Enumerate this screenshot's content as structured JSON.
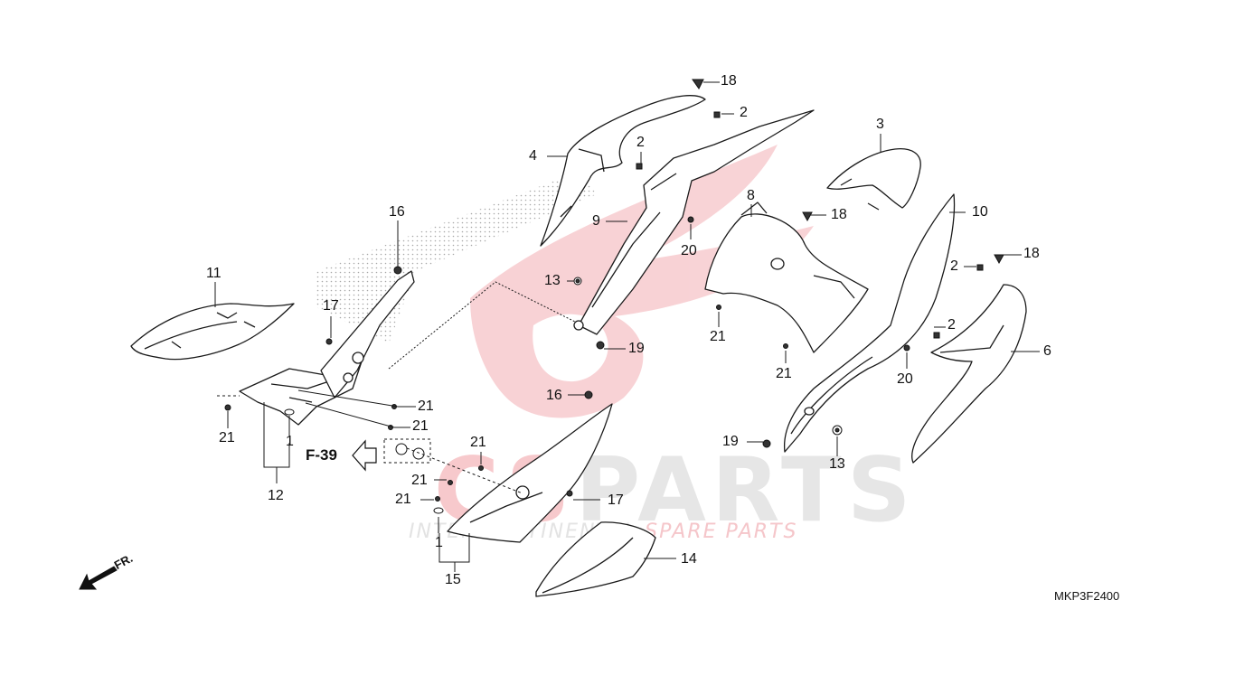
{
  "diagram": {
    "drawing_code": "MKP3F2400",
    "reference": "F-39",
    "front_marker": "FR.",
    "callouts": [
      {
        "id": "c18a",
        "label": "18"
      },
      {
        "id": "c2a",
        "label": "2"
      },
      {
        "id": "c4",
        "label": "4"
      },
      {
        "id": "c2b",
        "label": "2"
      },
      {
        "id": "c3",
        "label": "3"
      },
      {
        "id": "c8",
        "label": "8"
      },
      {
        "id": "c18b",
        "label": "18"
      },
      {
        "id": "c10",
        "label": "10"
      },
      {
        "id": "c9",
        "label": "9"
      },
      {
        "id": "c20a",
        "label": "20"
      },
      {
        "id": "c16a",
        "label": "16"
      },
      {
        "id": "c18c",
        "label": "18"
      },
      {
        "id": "c2c",
        "label": "2"
      },
      {
        "id": "c11",
        "label": "11"
      },
      {
        "id": "c13a",
        "label": "13"
      },
      {
        "id": "c17a",
        "label": "17"
      },
      {
        "id": "c21a",
        "label": "21"
      },
      {
        "id": "c2d",
        "label": "2"
      },
      {
        "id": "c19a",
        "label": "19"
      },
      {
        "id": "c6",
        "label": "6"
      },
      {
        "id": "c21b",
        "label": "21"
      },
      {
        "id": "c20b",
        "label": "20"
      },
      {
        "id": "c16b",
        "label": "16"
      },
      {
        "id": "c21c",
        "label": "21"
      },
      {
        "id": "c21d",
        "label": "21"
      },
      {
        "id": "c21e",
        "label": "21"
      },
      {
        "id": "c1a",
        "label": "1"
      },
      {
        "id": "c19b",
        "label": "19"
      },
      {
        "id": "c21f",
        "label": "21"
      },
      {
        "id": "c13b",
        "label": "13"
      },
      {
        "id": "c21g",
        "label": "21"
      },
      {
        "id": "c12",
        "label": "12"
      },
      {
        "id": "c17b",
        "label": "17"
      },
      {
        "id": "c21h",
        "label": "21"
      },
      {
        "id": "c1b",
        "label": "1"
      },
      {
        "id": "c14",
        "label": "14"
      },
      {
        "id": "c15",
        "label": "15"
      }
    ]
  },
  "watermark": {
    "brand_a": "CS",
    "brand_b": "PARTS",
    "tagline_a": "INTERCONTINENTAL ",
    "tagline_b": "SPARE PARTS",
    "accent_color": "#e8434f"
  }
}
